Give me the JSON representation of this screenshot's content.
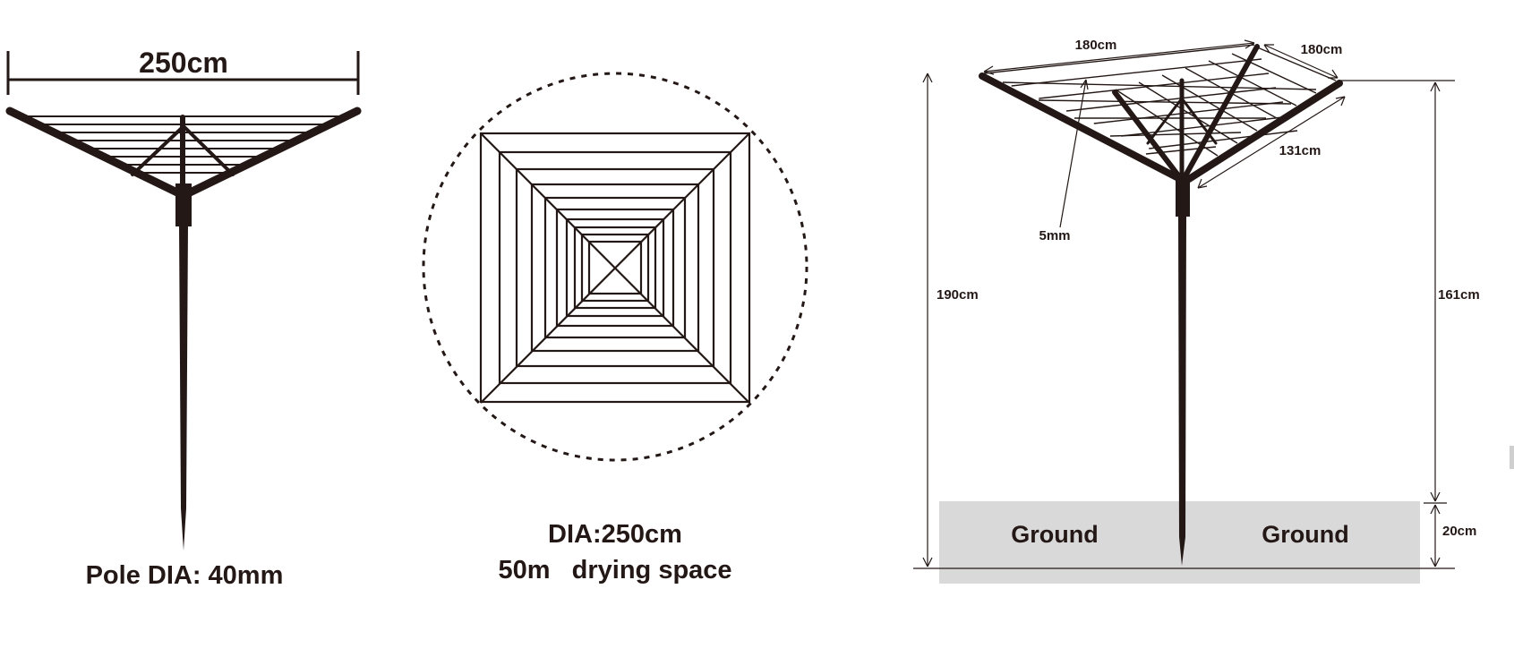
{
  "colors": {
    "ink": "#231815",
    "ground": "#d9d9d9",
    "background": "#ffffff"
  },
  "left_view": {
    "width_label": "250cm",
    "pole_label": "Pole DIA: 40mm"
  },
  "top_view": {
    "diameter_label": "DIA:250cm",
    "drying_label": "50m   drying space"
  },
  "side_view": {
    "arm1_label": "180cm",
    "arm2_label": "180cm",
    "span_label": "131cm",
    "wire_label": "5mm",
    "total_height_label": "190cm",
    "above_ground_label": "161cm",
    "below_ground_label": "20cm",
    "ground_left_label": "Ground",
    "ground_right_label": "Ground"
  }
}
